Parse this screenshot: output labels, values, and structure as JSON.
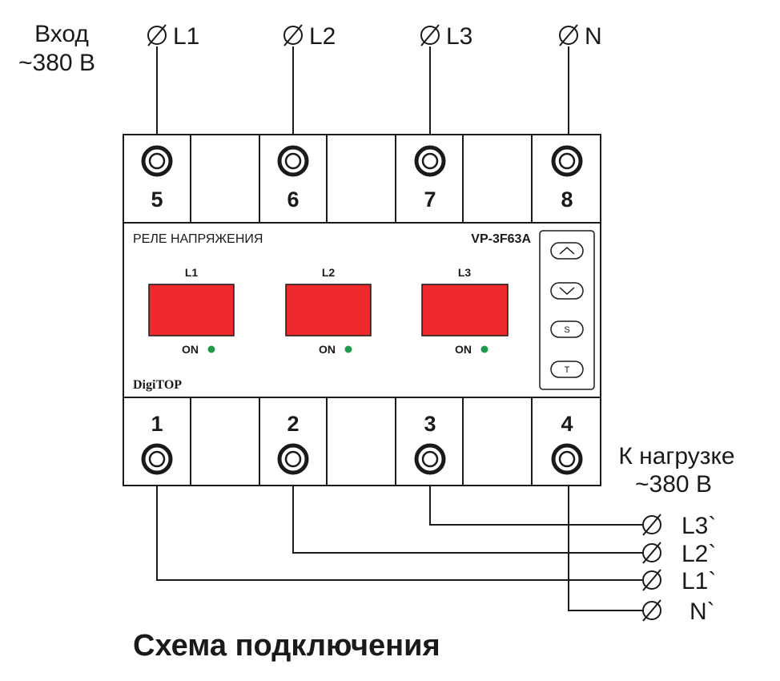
{
  "input_label": {
    "line1": "Вход",
    "line2": "~380 В"
  },
  "output_label": {
    "line1": "К нагрузке",
    "line2": "~380 В"
  },
  "input_terminals": [
    {
      "label": "L1",
      "number": "5"
    },
    {
      "label": "L2",
      "number": "6"
    },
    {
      "label": "L3",
      "number": "7"
    },
    {
      "label": "N",
      "number": "8"
    }
  ],
  "output_terminals": [
    {
      "number": "1"
    },
    {
      "number": "2"
    },
    {
      "number": "3"
    },
    {
      "number": "4"
    }
  ],
  "output_lines": [
    "L3`",
    "L2`",
    "L1`",
    "N`"
  ],
  "device": {
    "name": "РЕЛЕ НАПРЯЖЕНИЯ",
    "model": "VP-3F63A",
    "brand": "DigiTOP",
    "channels": [
      {
        "label": "L1",
        "status": "ON"
      },
      {
        "label": "L2",
        "status": "ON"
      },
      {
        "label": "L3",
        "status": "ON"
      }
    ],
    "buttons": [
      {
        "glyph": "up-chevron-icon"
      },
      {
        "glyph": "down-chevron-icon"
      },
      {
        "glyph": "S"
      },
      {
        "glyph": "T"
      }
    ],
    "display_color": "#ee2a2f",
    "led_color": "#1f9a4a"
  },
  "caption": "Схема подключения"
}
